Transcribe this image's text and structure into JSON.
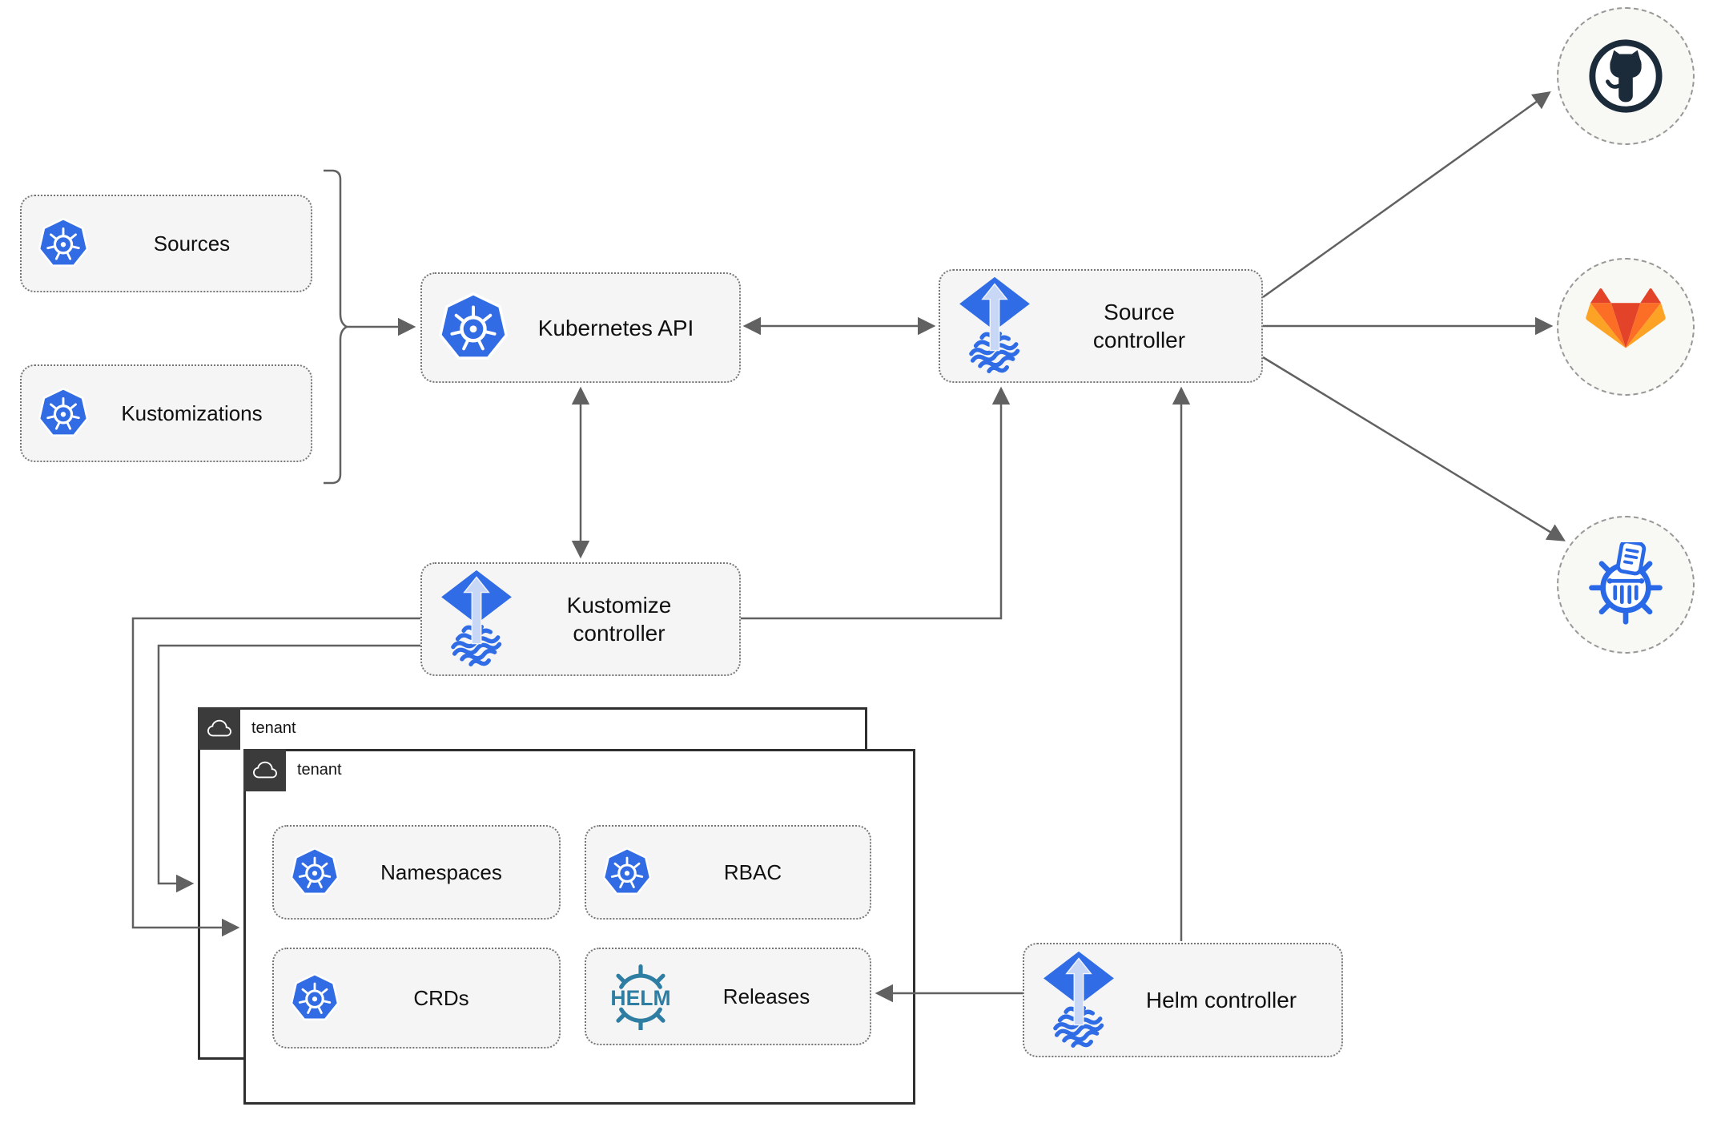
{
  "diagram": {
    "nodes": {
      "sources": {
        "label": "Sources",
        "icon": "kubernetes-icon"
      },
      "kustomizations": {
        "label": "Kustomizations",
        "icon": "kubernetes-icon"
      },
      "kubernetes_api": {
        "label": "Kubernetes API",
        "icon": "kubernetes-icon"
      },
      "source_controller": {
        "label": "Source controller",
        "icon": "flux-icon"
      },
      "kustomize_controller": {
        "label": "Kustomize controller",
        "icon": "flux-icon"
      },
      "helm_controller": {
        "label": "Helm controller",
        "icon": "flux-icon"
      },
      "namespaces": {
        "label": "Namespaces",
        "icon": "kubernetes-icon"
      },
      "rbac": {
        "label": "RBAC",
        "icon": "kubernetes-icon"
      },
      "crds": {
        "label": "CRDs",
        "icon": "kubernetes-icon"
      },
      "releases": {
        "label": "Releases",
        "icon": "helm-icon"
      }
    },
    "groups": {
      "tenant_outer": {
        "label": "tenant",
        "icon": "cloud-icon"
      },
      "tenant_inner": {
        "label": "tenant",
        "icon": "cloud-icon"
      }
    },
    "endpoints": {
      "github": {
        "icon": "github-icon"
      },
      "gitlab": {
        "icon": "gitlab-icon"
      },
      "chartmuseum": {
        "icon": "chartmuseum-icon"
      }
    },
    "icons": {
      "helm_logo_text": "HELM"
    },
    "colors": {
      "kubernetes_blue": "#326ce5",
      "flux_blue": "#2f6ce6",
      "flux_arrow_light": "#c8d7f6",
      "helm_teal": "#2e7da3",
      "chartmuseum_blue": "#2968e6",
      "github_dark": "#1b2b3a",
      "gitlab_red": "#e24329",
      "gitlab_orange": "#fc6d26",
      "gitlab_amber": "#fca326",
      "connector_gray": "#616161",
      "node_fill": "#f5f5f5",
      "tenant_header": "#3b3b3b"
    }
  }
}
